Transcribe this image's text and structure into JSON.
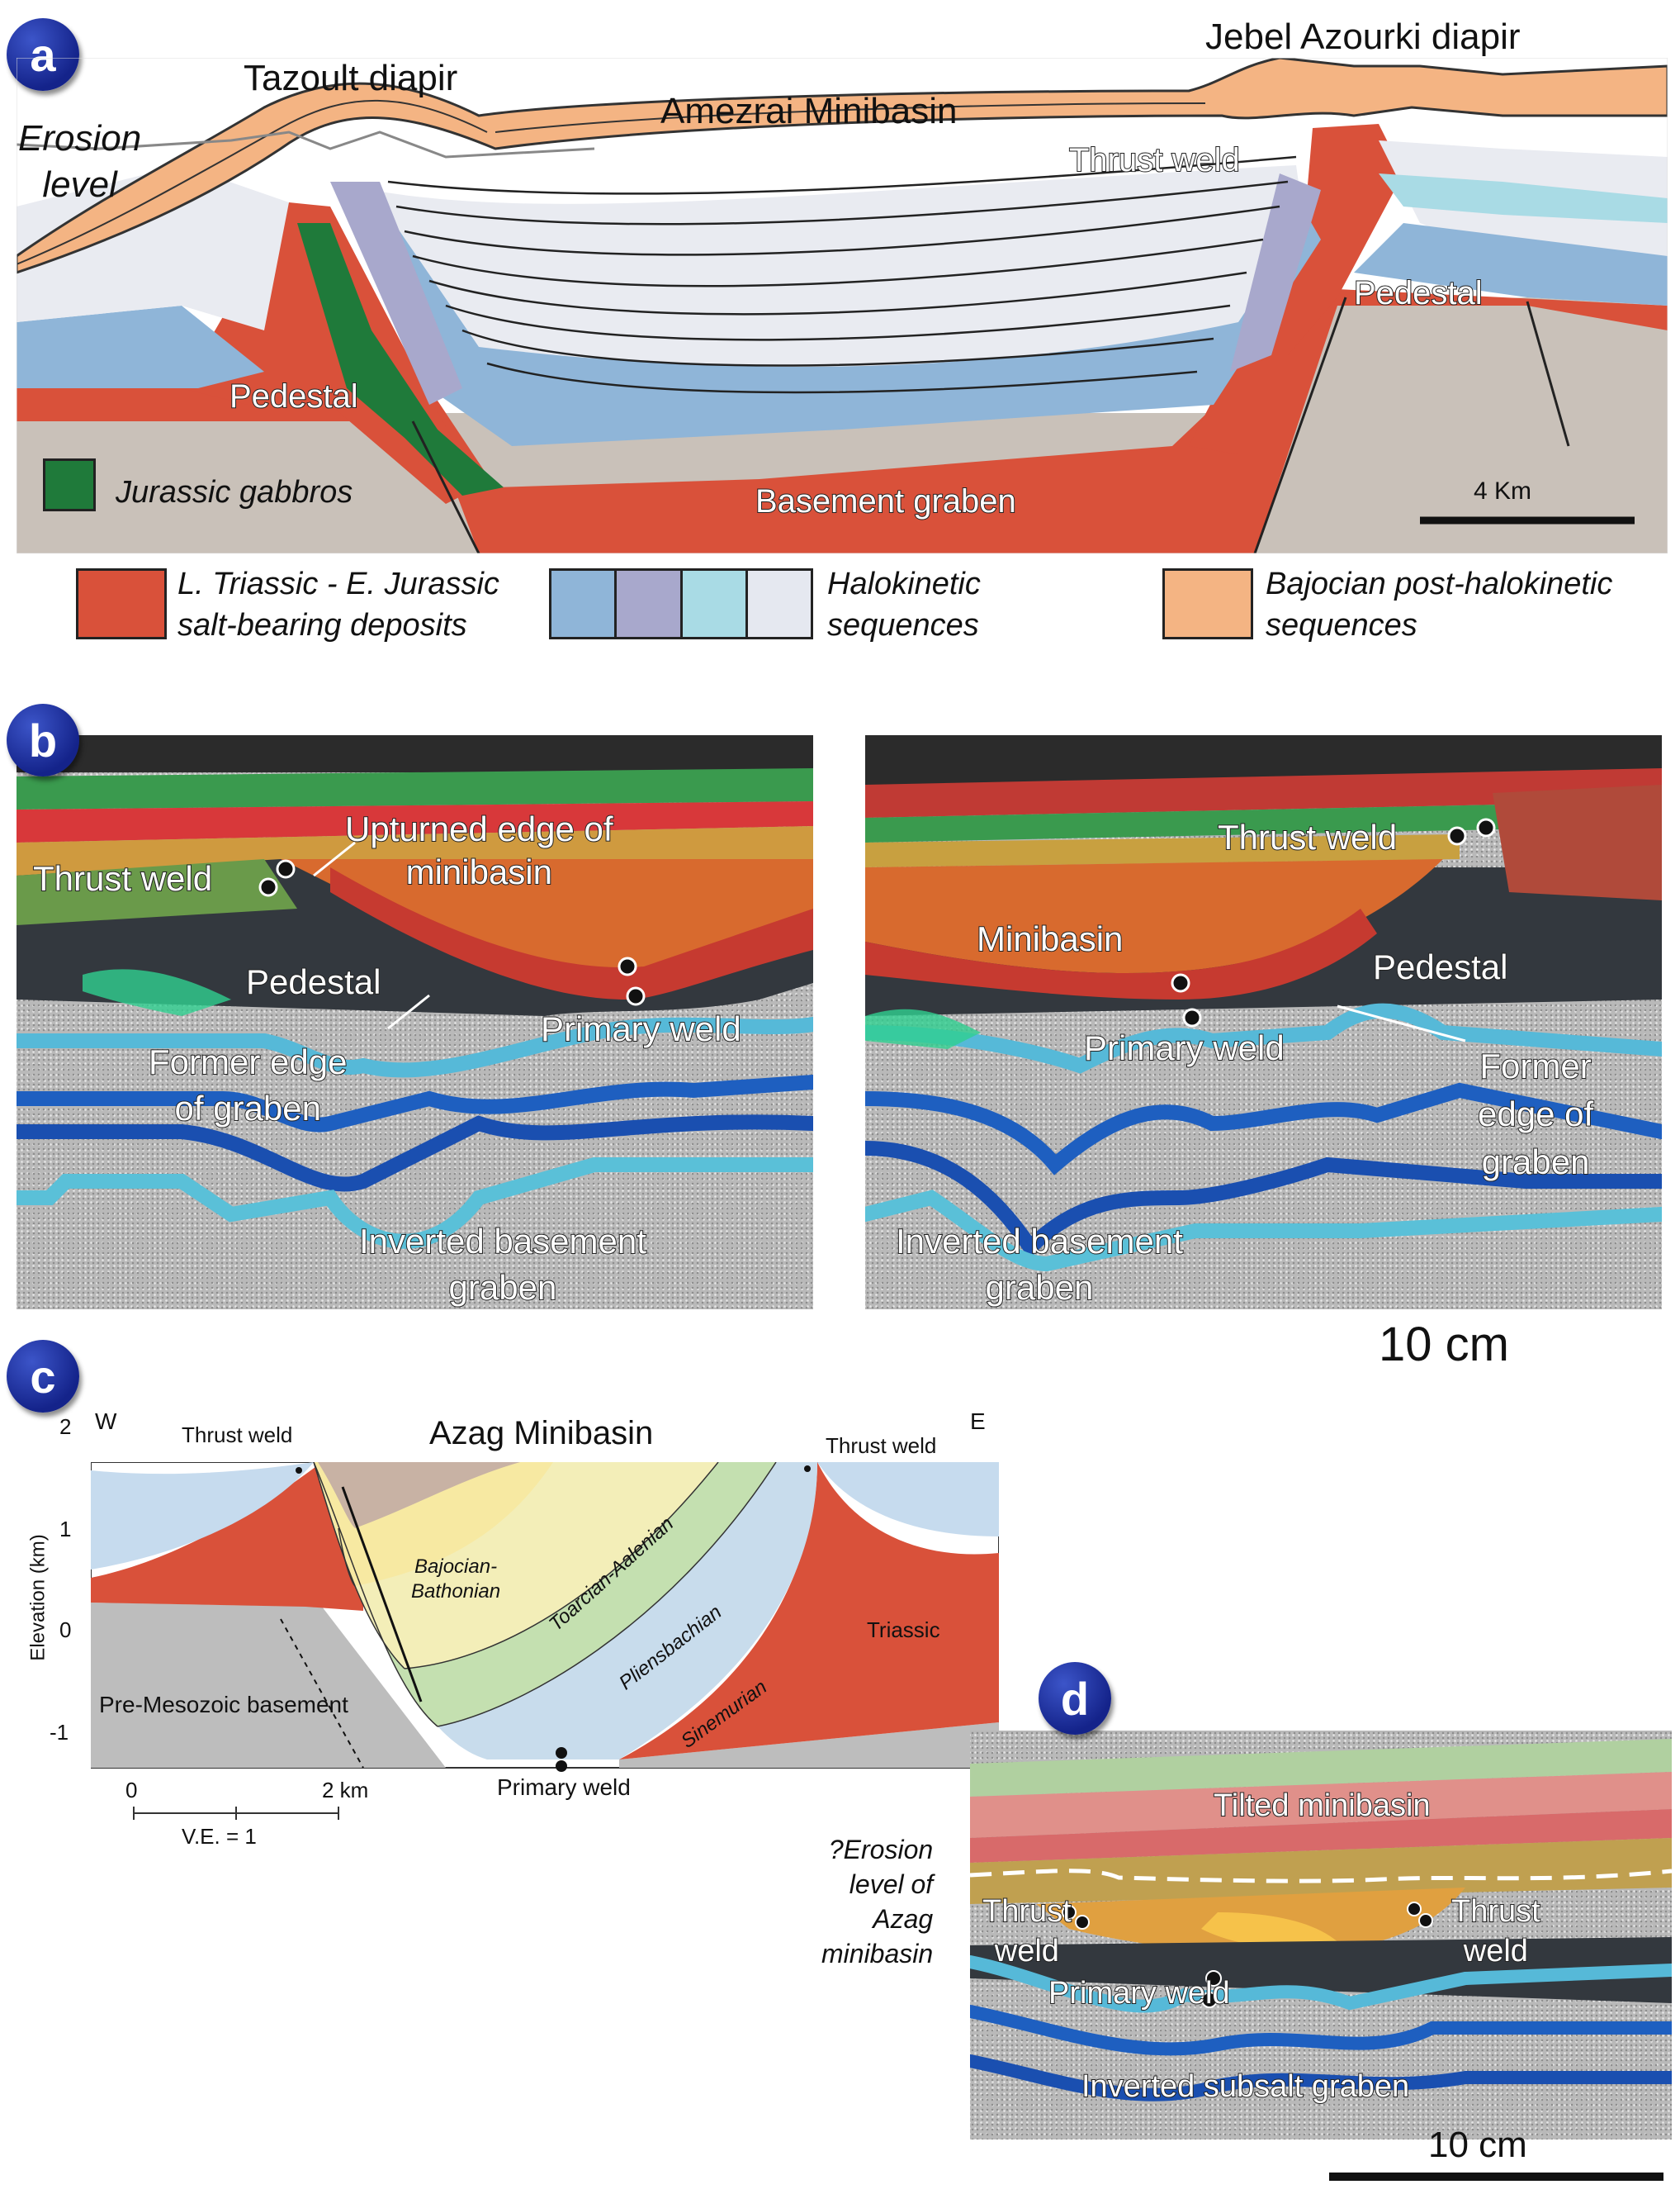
{
  "panels": {
    "a": {
      "badge": "a",
      "labels": {
        "erosion_level": [
          "Erosion",
          "level"
        ],
        "tazoult_diapir": "Tazoult diapir",
        "amezrai_minibasin": "Amezrai Minibasin",
        "jebel_azourki_diapir": "Jebel Azourki diapir",
        "thrust_weld": "Thrust weld",
        "pedestal_left": "Pedestal",
        "pedestal_right": "Pedestal",
        "basement_graben": "Basement graben",
        "jurassic_gabbros": "Jurassic gabbros",
        "scale": "4 Km"
      },
      "legend": [
        {
          "lines": [
            "L. Triassic - E. Jurassic",
            "salt-bearing deposits"
          ],
          "colors": [
            "#d9513a"
          ]
        },
        {
          "lines": [
            "Halokinetic",
            "sequences"
          ],
          "colors": [
            "#8fb5d8",
            "#a8a8cc",
            "#a9dbe5",
            "#e5e8f0"
          ]
        },
        {
          "lines": [
            "Bajocian post-halokinetic",
            "sequences"
          ],
          "colors": [
            "#f4b483"
          ]
        }
      ]
    },
    "b": {
      "badge": "b",
      "left": {
        "thrust_weld": "Thrust weld",
        "upturned_edge": [
          "Upturned edge of",
          "minibasin"
        ],
        "pedestal": "Pedestal",
        "primary_weld": "Primary weld",
        "former_edge": [
          "Former edge",
          "of graben"
        ],
        "inverted_graben": [
          "Inverted basement",
          "graben"
        ]
      },
      "right": {
        "thrust_weld": "Thrust weld",
        "minibasin": "Minibasin",
        "pedestal": "Pedestal",
        "primary_weld": "Primary weld",
        "former_edge": [
          "Former",
          "edge of",
          "graben"
        ],
        "inverted_graben": [
          "Inverted basement",
          "graben"
        ]
      },
      "scale": "10 cm"
    },
    "c": {
      "badge": "c",
      "title": "Azag Minibasin",
      "west": "W",
      "east": "E",
      "thrust_weld_left": "Thrust weld",
      "thrust_weld_right": "Thrust weld",
      "ylabel": "Elevation (km)",
      "yticks": [
        "2",
        "1",
        "0",
        "-1"
      ],
      "xticks": [
        "0",
        "2 km"
      ],
      "ve": "V.E. = 1",
      "units": {
        "bajocian": [
          "Bajocian-",
          "Bathonian"
        ],
        "toarcian": "Toarcian-Aalenian",
        "pliensbachian": "Pliensbachian",
        "sinemurian": "Sinemurian",
        "triassic": "Triassic",
        "basement": "Pre-Mesozoic basement",
        "primary_weld": "Primary weld"
      }
    },
    "d": {
      "badge": "d",
      "tilted": "Tilted minibasin",
      "erosion": [
        "?Erosion",
        "level of",
        "Azag",
        "minibasin"
      ],
      "thrust_weld_left": [
        "Thrust",
        "weld"
      ],
      "thrust_weld_right": [
        "Thrust",
        "weld"
      ],
      "primary_weld": "Primary weld",
      "inverted": "Inverted subsalt graben",
      "scale": "10 cm"
    }
  },
  "colors": {
    "salt": "#d9513a",
    "post_halokinetic": "#f4b483",
    "halo_blue": "#8fb5d8",
    "halo_purple": "#a8a8cc",
    "halo_cyan": "#a9dbe5",
    "halo_pale": "#e5e8f0",
    "gabbro": "#1f7a3a",
    "basement": "#c8bfb8",
    "badge": "#1a2a9a"
  }
}
